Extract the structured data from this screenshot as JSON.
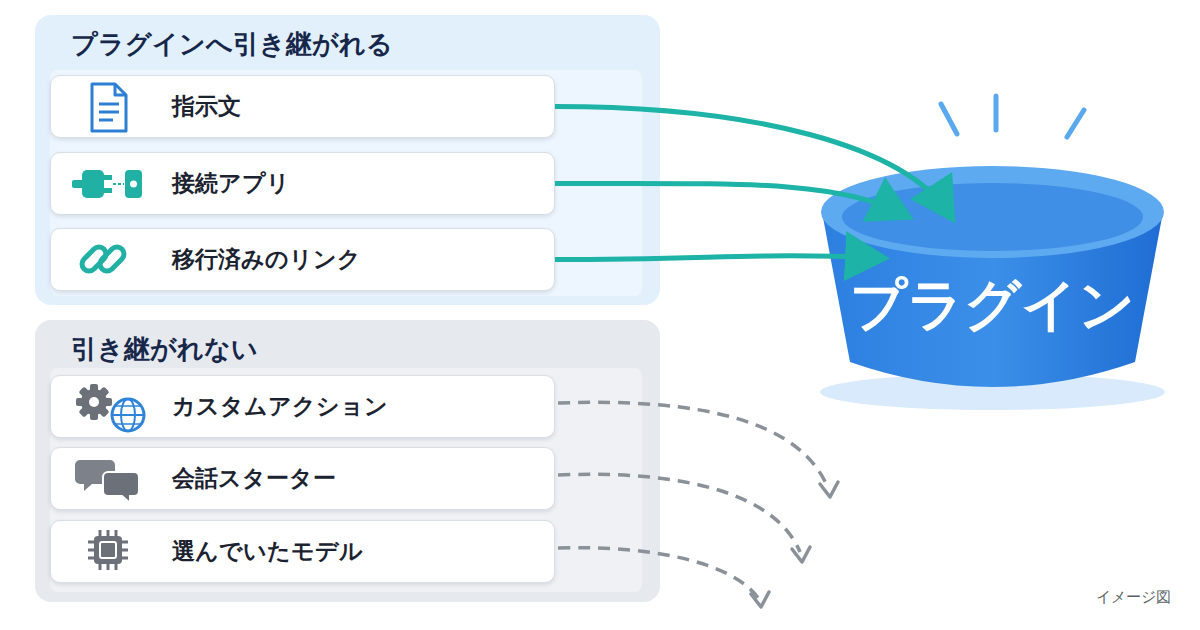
{
  "diagram": {
    "nodes": [
      {
        "text": [
          "プラグインへ引き継がれる"
        ]
      },
      {
        "text": [
          "指示文"
        ],
        "in": 0
      },
      {
        "text": [
          "接続アプリ"
        ],
        "in": 0
      },
      {
        "text": [
          "移行済みのリンク"
        ],
        "in": 0
      },
      {
        "text": [
          "引き継がれない"
        ]
      },
      {
        "text": [
          "カスタムアクション"
        ],
        "in": 4
      },
      {
        "text": [
          "会話スターター"
        ],
        "in": 4
      },
      {
        "text": [
          "選んでいたモデル"
        ],
        "in": 4
      },
      {
        "text": [
          "プラグイン"
        ]
      }
    ],
    "edges": [
      {
        "from": 1,
        "to": 8,
        "arrow": "to"
      },
      {
        "from": 2,
        "to": 8,
        "arrow": "to"
      },
      {
        "from": 3,
        "to": 8,
        "arrow": "to"
      }
    ],
    "labels": [
      "イメージ図"
    ]
  }
}
